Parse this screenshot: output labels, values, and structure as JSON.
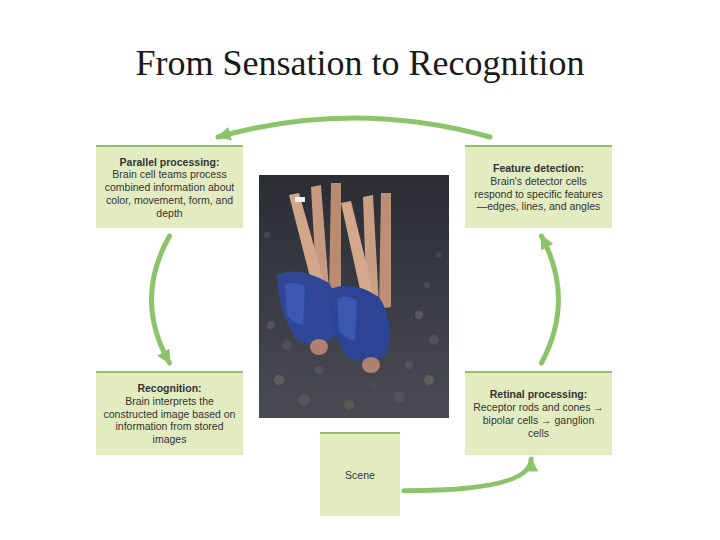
{
  "diagram": {
    "title": "From Sensation to Recognition",
    "nodes": [
      {
        "text": [
          "Parallel processing:",
          "Brain cell teams process combined information about color, movement, form, and depth"
        ]
      },
      {
        "text": [
          "Feature detection:",
          "Brain's detector cells respond to specific features—edges, lines, and angles"
        ]
      },
      {
        "text": [
          "Recognition:",
          "Brain interprets the constructed image based on information from stored images"
        ]
      },
      {
        "text": [
          "Retinal processing:",
          "Receptor rods and cones → bipolar cells → ganglion cells"
        ]
      },
      {
        "text": [
          "Scene"
        ]
      }
    ],
    "edges": [
      {
        "from": 4,
        "to": 3,
        "arrow": "to"
      },
      {
        "from": 3,
        "to": 1,
        "arrow": "to"
      },
      {
        "from": 1,
        "to": 0,
        "arrow": "to"
      },
      {
        "from": 0,
        "to": 2,
        "arrow": "to"
      }
    ]
  }
}
